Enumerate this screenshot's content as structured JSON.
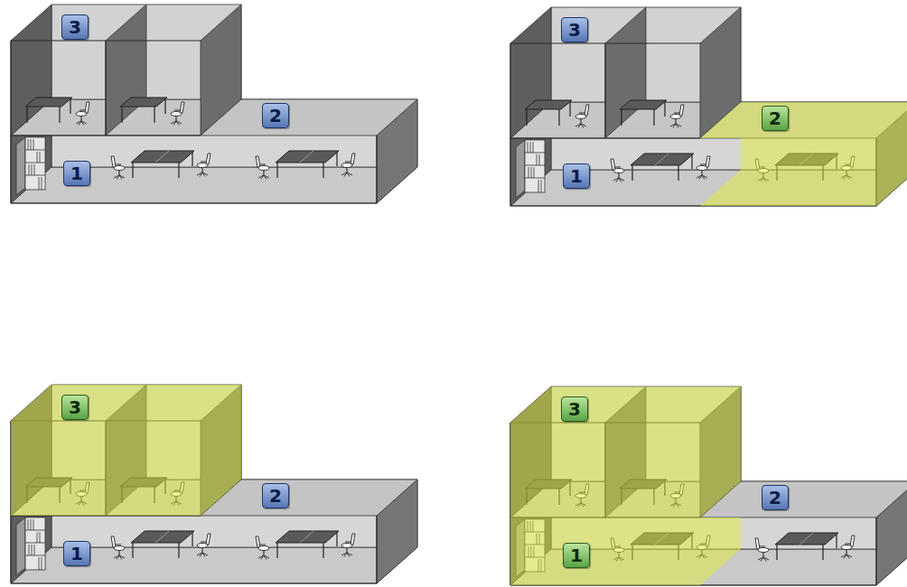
{
  "diagram": {
    "labels": [
      "3",
      "2",
      "1",
      "3",
      "2",
      "1",
      "3",
      "2",
      "1",
      "3",
      "2",
      "1"
    ]
  }
}
